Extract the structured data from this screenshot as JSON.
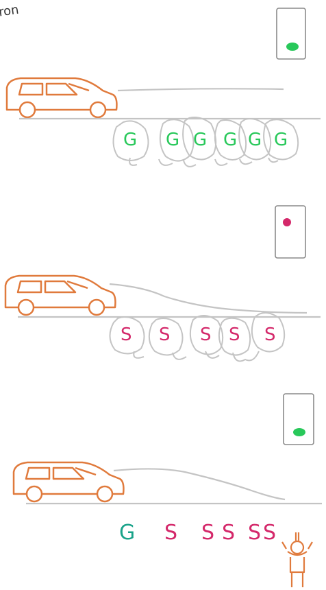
{
  "corner_text": "ron",
  "colors": {
    "car": "#e07a3c",
    "line": "#c4c4c4",
    "green": "#28c85a",
    "teal": "#1aa38a",
    "red": "#d4286a",
    "light_box": "#8a8a8a",
    "person": "#e07a3c"
  },
  "panels": [
    {
      "light": "green",
      "letters": [
        "G",
        "G",
        "G",
        "G",
        "G",
        "G"
      ]
    },
    {
      "light": "red",
      "letters": [
        "S",
        "S",
        "S",
        "S",
        "S"
      ]
    },
    {
      "light": "green",
      "letters": [
        "G",
        "S",
        "S",
        "S",
        "S",
        "S"
      ]
    }
  ]
}
